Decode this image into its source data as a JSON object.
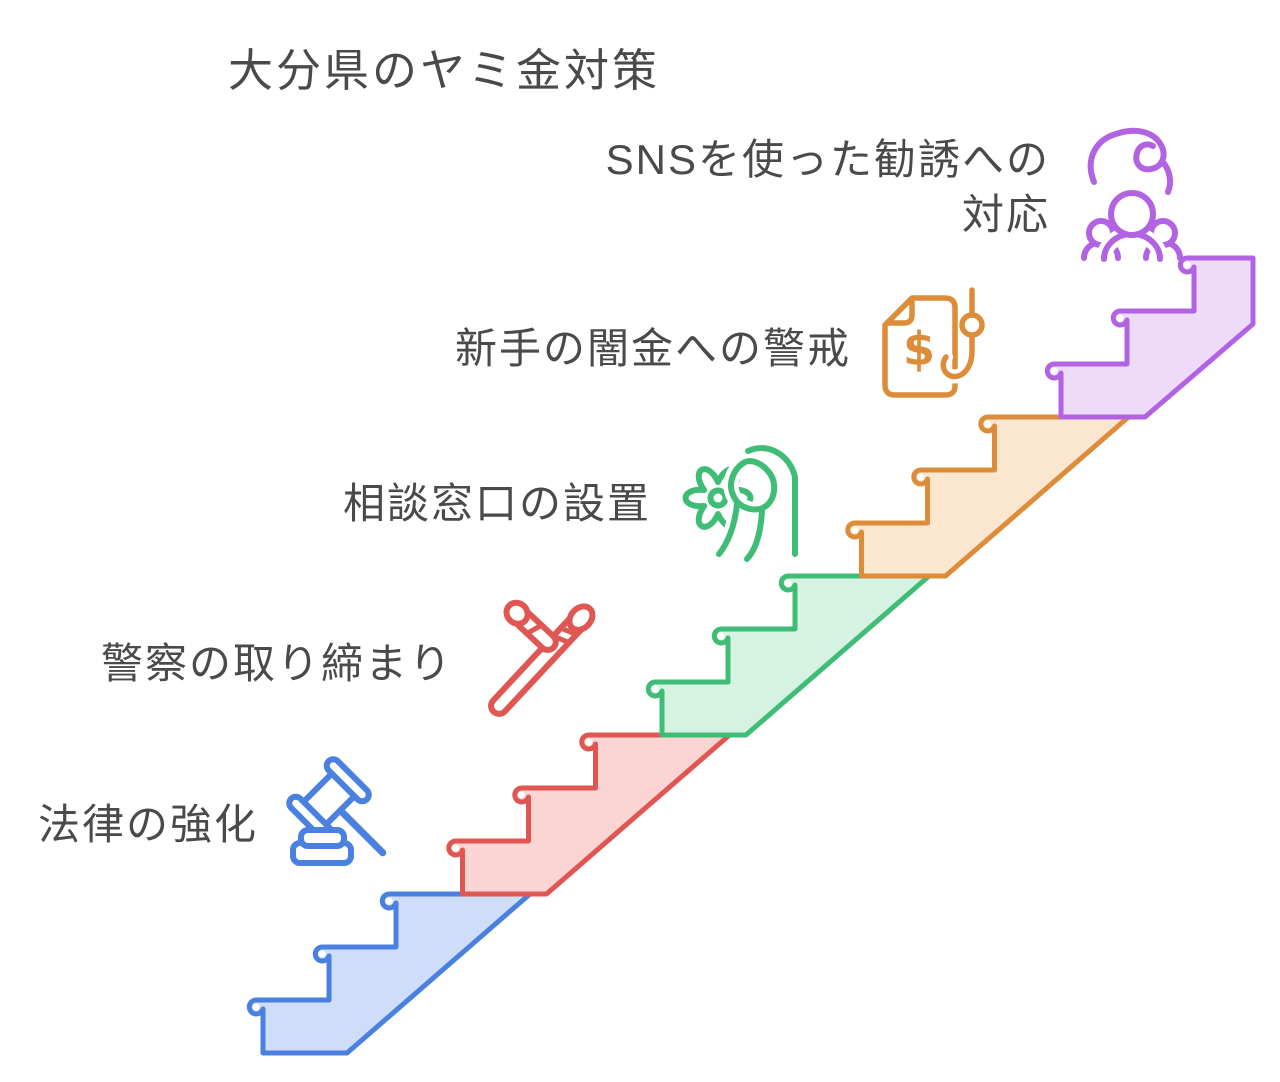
{
  "title": "大分県のヤミ金対策",
  "text_color": "#4a4a4a",
  "steps": [
    {
      "id": "law",
      "label": "法律の強化",
      "icon": "gavel-icon",
      "color": "#4a80e0",
      "fill": "#cfdef8"
    },
    {
      "id": "police",
      "label": "警察の取り締まり",
      "icon": "police-baton-icon",
      "color": "#df5652",
      "fill": "#fad5d4"
    },
    {
      "id": "consult",
      "label": "相談窓口の設置",
      "icon": "gear-in-hand-icon",
      "color": "#3fbd76",
      "fill": "#d6f2e2"
    },
    {
      "id": "newloan",
      "label": "新手の闇金への警戒",
      "icon": "money-document-hook-icon",
      "color": "#dd8c3a",
      "fill": "#fbe7d0",
      "dollar": "$"
    },
    {
      "id": "sns",
      "label_line1": "SNSを使った勧誘への",
      "label_line2": "対応",
      "icon": "hand-over-people-icon",
      "color": "#b263e3",
      "fill": "#eedaf9"
    }
  ]
}
